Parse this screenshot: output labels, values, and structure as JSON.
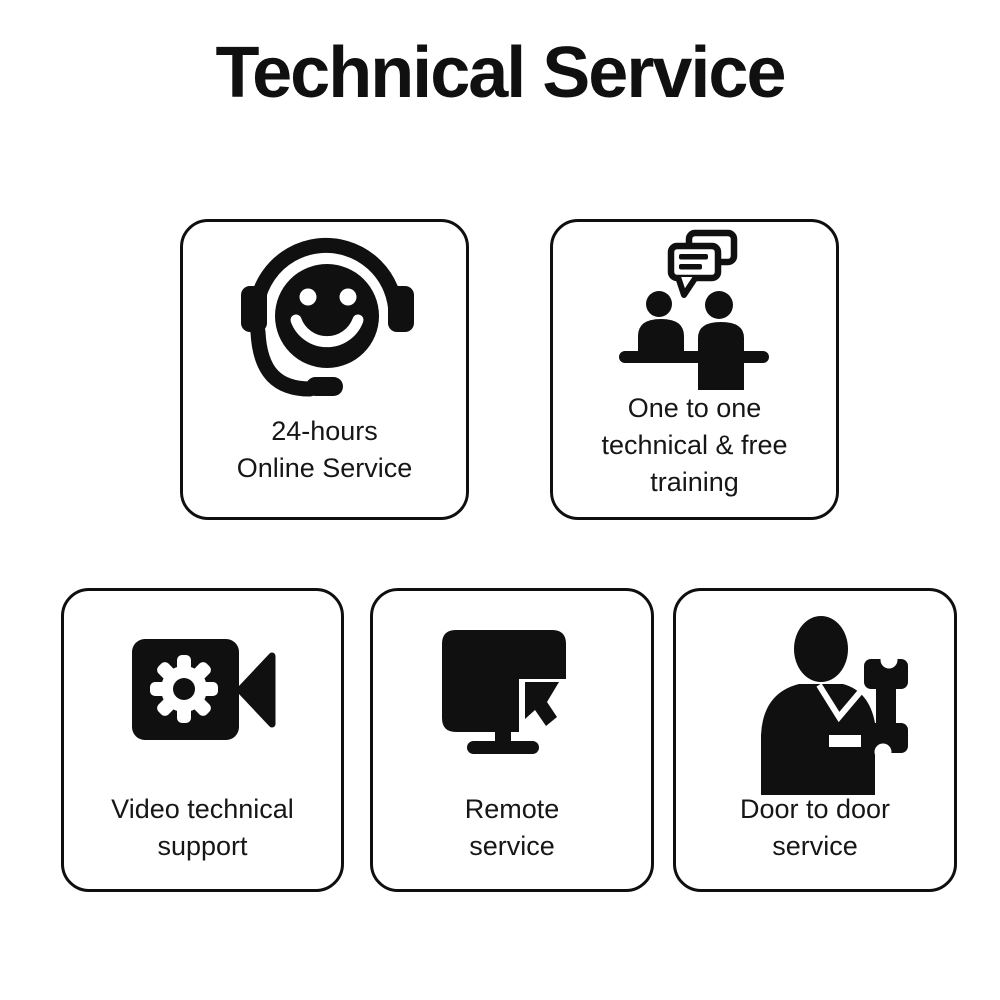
{
  "title": "Technical Service",
  "colors": {
    "foreground": "#101010",
    "background": "#ffffff",
    "card_border": "#0f0f0f"
  },
  "cards": [
    {
      "id": "online-service",
      "icon": "headset-smiley-icon",
      "label_lines": [
        "24-hours",
        "Online Service"
      ]
    },
    {
      "id": "one-to-one-training",
      "icon": "people-chat-icon",
      "label_lines": [
        "One to one",
        "technical & free",
        "training"
      ]
    },
    {
      "id": "video-support",
      "icon": "video-camera-gear-icon",
      "label_lines": [
        "Video technical",
        "support"
      ]
    },
    {
      "id": "remote-service",
      "icon": "monitor-cursor-icon",
      "label_lines": [
        "Remote",
        "service"
      ]
    },
    {
      "id": "door-to-door-service",
      "icon": "technician-wrench-icon",
      "label_lines": [
        "Door to door",
        "service"
      ]
    }
  ]
}
